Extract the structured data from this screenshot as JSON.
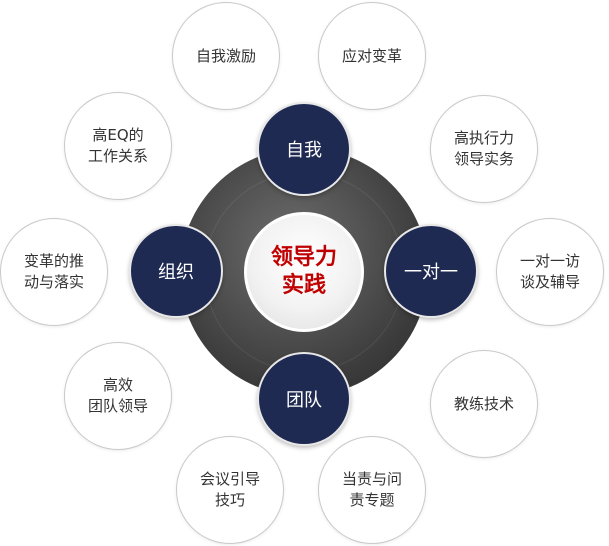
{
  "center": {
    "label": "领导力\n实践"
  },
  "pillars": {
    "top": "自我",
    "left": "组织",
    "right": "一对一",
    "bottom": "团队"
  },
  "topics": [
    "自我激励",
    "应对变革",
    "高执行力\n领导实务",
    "一对一访\n谈及辅导",
    "教练技术",
    "当责与问\n责专题",
    "会议引导\n技巧",
    "高效\n团队领导",
    "变革的推\n动与落实",
    "高EQ的\n工作关系"
  ],
  "colors": {
    "navy": "#1f2a52",
    "accent_red": "#c00000",
    "outline": "#c9c9c9"
  }
}
